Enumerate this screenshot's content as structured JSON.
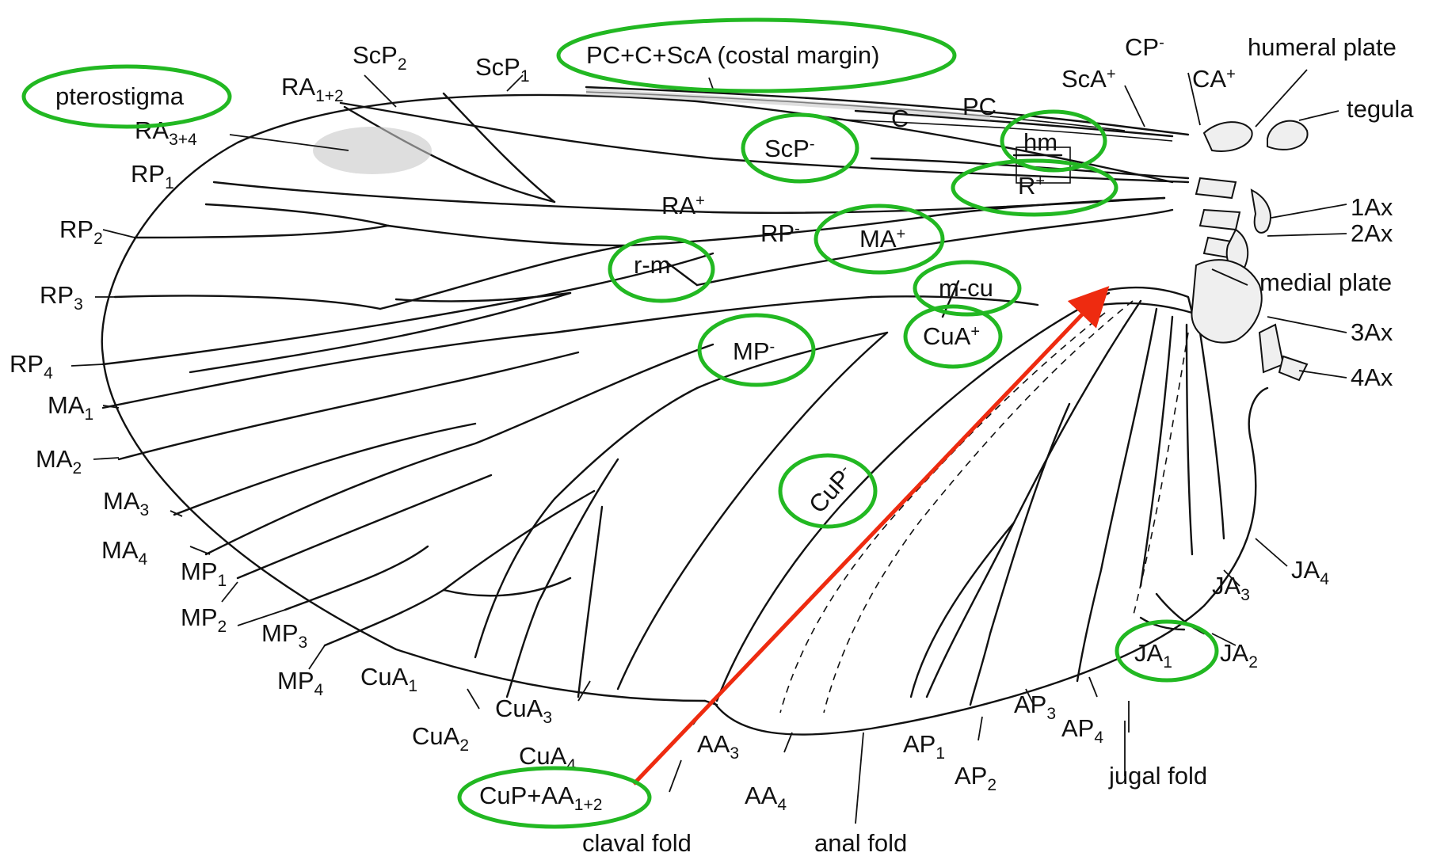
{
  "colors": {
    "highlight": "#22b822",
    "arrow": "#ee2b10",
    "ink": "#111111"
  },
  "labels": {
    "sc_p2": {
      "base": "ScP",
      "sub": "2"
    },
    "sc_p1": {
      "base": "ScP",
      "sub": "1"
    },
    "costal_margin": "PC+C+ScA (costal margin)",
    "cp": {
      "base": "CP",
      "sup": "-"
    },
    "humeral_plate": "humeral plate",
    "pterostigma": "pterostigma",
    "ra12": {
      "base": "RA",
      "sub": "1+2"
    },
    "ra34": {
      "base": "RA",
      "sub": "3+4"
    },
    "sca": {
      "base": "ScA",
      "sup": "+"
    },
    "ca": {
      "base": "CA",
      "sup": "+"
    },
    "tegula": "tegula",
    "pc": "PC",
    "c": "C",
    "scp_minus": {
      "base": "ScP",
      "sup": "-"
    },
    "hm": "hm",
    "rp1": {
      "base": "RP",
      "sub": "1"
    },
    "ra_plus": {
      "base": "RA",
      "sup": "+"
    },
    "r_plus": {
      "base": "R",
      "sup": "+"
    },
    "ax1": "1Ax",
    "rp2": {
      "base": "RP",
      "sub": "2"
    },
    "rp_minus": {
      "base": "RP",
      "sup": "-"
    },
    "ma_plus": {
      "base": "MA",
      "sup": "+"
    },
    "ax2": "2Ax",
    "r_m": "r-m",
    "rp3": {
      "base": "RP",
      "sub": "3"
    },
    "m_cu": "m-cu",
    "medial_plate": "medial plate",
    "cua_plus": {
      "base": "CuA",
      "sup": "+"
    },
    "mp_minus": {
      "base": "MP",
      "sup": "-"
    },
    "ax3": "3Ax",
    "rp4": {
      "base": "RP",
      "sub": "4"
    },
    "ax4": "4Ax",
    "ma1": {
      "base": "MA",
      "sub": "1"
    },
    "ma2": {
      "base": "MA",
      "sub": "2"
    },
    "cup_minus": {
      "base": "CuP",
      "sup": "-"
    },
    "ma3": {
      "base": "MA",
      "sub": "3"
    },
    "ma4": {
      "base": "MA",
      "sub": "4"
    },
    "mp1": {
      "base": "MP",
      "sub": "1"
    },
    "ja4": {
      "base": "JA",
      "sub": "4"
    },
    "ja3": {
      "base": "JA",
      "sub": "3"
    },
    "mp2": {
      "base": "MP",
      "sub": "2"
    },
    "mp3": {
      "base": "MP",
      "sub": "3"
    },
    "ja1": {
      "base": "JA",
      "sub": "1"
    },
    "ja2": {
      "base": "JA",
      "sub": "2"
    },
    "mp4": {
      "base": "MP",
      "sub": "4"
    },
    "cua1": {
      "base": "CuA",
      "sub": "1"
    },
    "ap3": {
      "base": "AP",
      "sub": "3"
    },
    "cua3": {
      "base": "CuA",
      "sub": "3"
    },
    "ap4": {
      "base": "AP",
      "sub": "4"
    },
    "cua2": {
      "base": "CuA",
      "sub": "2"
    },
    "aa3": {
      "base": "AA",
      "sub": "3"
    },
    "ap1": {
      "base": "AP",
      "sub": "1"
    },
    "cua4": {
      "base": "CuA",
      "sub": "4"
    },
    "ap2": {
      "base": "AP",
      "sub": "2"
    },
    "jugal_fold": "jugal fold",
    "cup_aa12": {
      "base": "CuP+AA",
      "sub": "1+2"
    },
    "aa4": {
      "base": "AA",
      "sub": "4"
    },
    "claval_fold": "claval fold",
    "anal_fold": "anal fold"
  }
}
